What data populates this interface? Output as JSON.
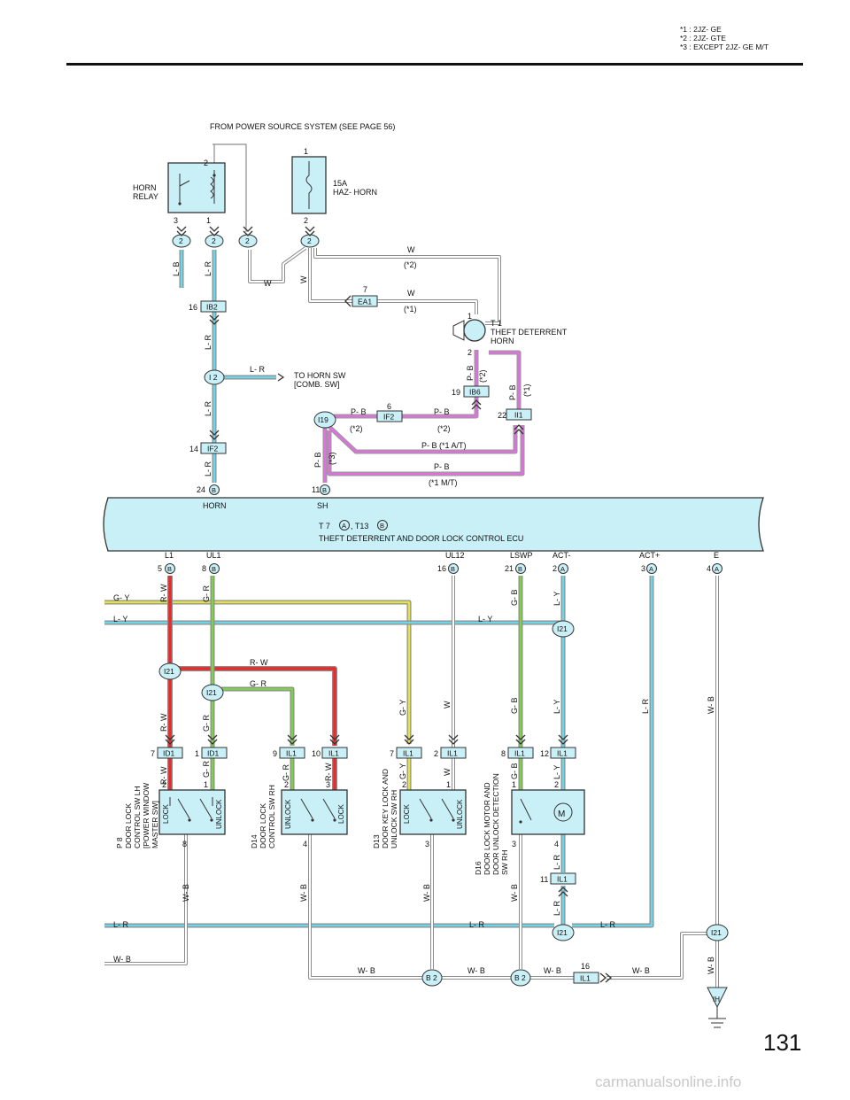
{
  "notes": [
    "*1 : 2JZ- GE",
    "*2 : 2JZ- GTE",
    "*3 : EXCEPT 2JZ- GE M/T"
  ],
  "page_number": "131",
  "watermark": "carmanualsonline.info",
  "labels": {
    "from_power": "FROM POWER SOURCE SYSTEM (SEE PAGE 56)",
    "horn_relay_1": "HORN",
    "horn_relay_2": "RELAY",
    "fuse_1": "15A",
    "fuse_2": "HAZ- HORN",
    "theft_horn_1": "T 1",
    "theft_horn_2": "THEFT DETERRENT",
    "theft_horn_3": "HORN",
    "to_horn_1": "TO HORN SW",
    "to_horn_2": "[COMB.  SW]",
    "ecu_id": "T 7",
    "ecu_comma": ", T13",
    "ecu_name": "THEFT DETERRENT AND DOOR LOCK CONTROL ECU",
    "p8": [
      "P 8",
      "DOOR LOCK",
      "CONTROL SW LH",
      "[POWER WINDOW",
      "MASTER SW]"
    ],
    "d14": [
      "D14",
      "DOOR LOCK",
      "CONTROL SW RH"
    ],
    "d13": [
      "D13",
      "DOOR KEY LOCK AND",
      "UNLOCK SW RH"
    ],
    "d16": [
      "D16",
      "DOOR LOCK MOTOR AND",
      "DOOR UNLOCK DETECTION",
      "SW RH"
    ],
    "motor": "M",
    "ground": "IH"
  },
  "terminals": {
    "horn": "HORN",
    "sh": "SH",
    "l1": "L1",
    "ul1": "UL1",
    "ul12": "UL12",
    "lswp": "LSWP",
    "act_minus": "ACT-",
    "act_plus": "ACT+",
    "e": "E"
  },
  "connectors": {
    "ib2": "IB2",
    "ea1": "EA1",
    "if2": "IF2",
    "ib6": "IB6",
    "ii1": "II1",
    "id1": "ID1",
    "il1": "IL1",
    "i2": "I 2",
    "i19": "I19",
    "i21": "I21",
    "b2": "B 2",
    "a": "A",
    "b": "B",
    "two": "2"
  },
  "wires": {
    "w": "W",
    "lb": "L- B",
    "lr": "L- R",
    "pb": "P- B",
    "pb_a": "P- B (*1 A/T)",
    "pb_m": "(*1 M/T)",
    "gy": "G- Y",
    "ly": "L- Y",
    "rw": "R- W",
    "gr": "G- R",
    "gb": "G- B",
    "wb": "W- B",
    "n1": "(*1)",
    "n2": "(*2)",
    "n3": "(*3)"
  },
  "switch_labels": {
    "lock": "LOCK",
    "unlock": "UNLOCK"
  },
  "pins": {
    "p1": "1",
    "p2": "2",
    "p3": "3",
    "p4": "4",
    "p5": "5",
    "p6": "6",
    "p7": "7",
    "p8": "8",
    "p9": "9",
    "p10": "10",
    "p11": "11",
    "p12": "12",
    "p14": "14",
    "p16": "16",
    "p19": "19",
    "p21": "21",
    "p22": "22",
    "p24": "24"
  },
  "colors": {
    "wire_gray": "#8c8c8c",
    "cyan": "#6fd6ea",
    "magenta": "#e070e0",
    "red": "#ea2a2a",
    "green": "#7ecf4a",
    "yellow": "#e2e24a",
    "ecu_fill": "#c9f0f7",
    "comp_fill": "#c9f0f7"
  }
}
